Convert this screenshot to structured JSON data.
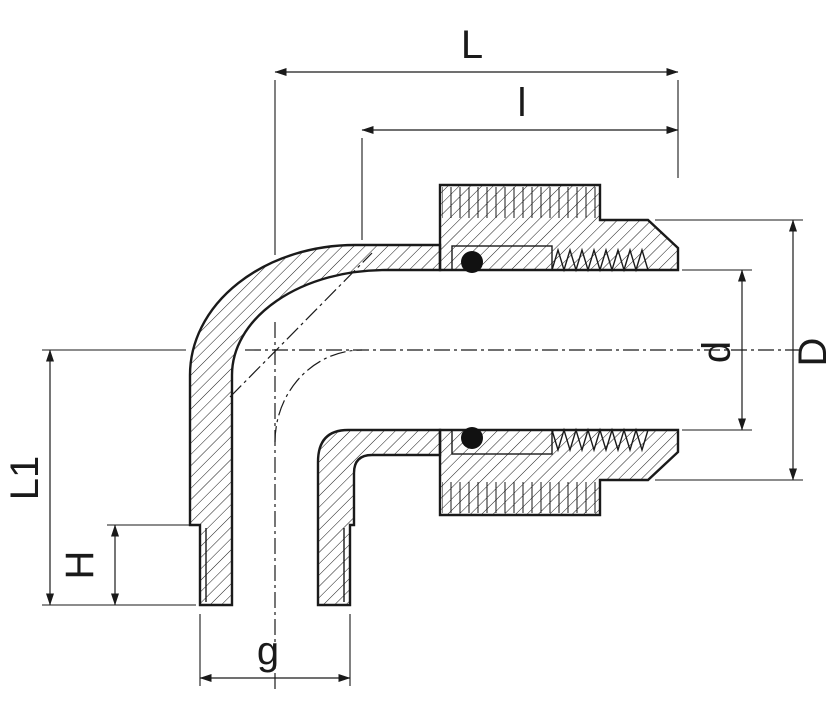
{
  "drawing": {
    "kind": "technical-drawing",
    "subject": "90-degree elbow compression fitting, cross-section",
    "colors": {
      "line": "#1a1a1a",
      "background": "#ffffff",
      "oring": "#111111"
    },
    "labels": {
      "L": "L",
      "l": "l",
      "D": "D",
      "d": "d",
      "L1": "L1",
      "H": "H",
      "g": "g"
    }
  }
}
